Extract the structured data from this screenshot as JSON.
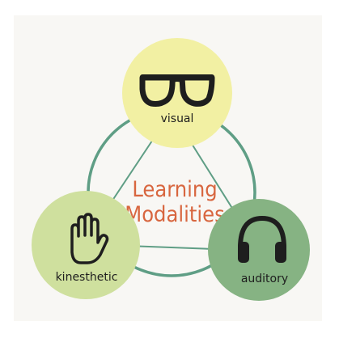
{
  "diagram": {
    "title_line1": "Learning",
    "title_line2": "Modalities",
    "nodes": {
      "visual": {
        "label": "visual",
        "icon": "eyeglasses-icon"
      },
      "kinesthetic": {
        "label": "kinesthetic",
        "icon": "raised-hand-icon"
      },
      "auditory": {
        "label": "auditory",
        "icon": "headphones-icon"
      }
    }
  },
  "colors": {
    "background": "#f8f7f4",
    "ring": "#5f9e85",
    "title": "#d8663f",
    "visual_fill": "#f2f0a3",
    "kinesthetic_fill": "#cfe09e",
    "auditory_fill": "#86b383",
    "icon": "#1e1e1e",
    "label": "#1e1e1e"
  }
}
